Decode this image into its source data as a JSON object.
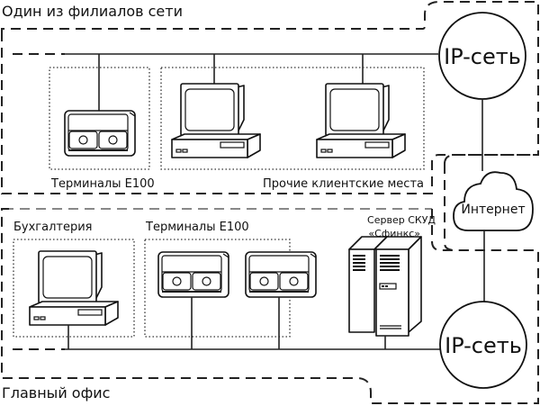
{
  "diagram": {
    "branch": {
      "title": "Один из филиалов сети",
      "groups": [
        {
          "label": "Терминалы E100",
          "device_type": "terminal",
          "count": 1
        },
        {
          "label": "Прочие клиентские места",
          "device_type": "workstation",
          "count": 2
        }
      ],
      "network_node": "IP-сеть"
    },
    "internet": {
      "label": "Интернет"
    },
    "main_office": {
      "title": "Главный офис",
      "groups": [
        {
          "label": "Бухгалтерия",
          "device_type": "workstation",
          "count": 1
        },
        {
          "label": "Терминалы E100",
          "device_type": "terminal",
          "count": 2
        }
      ],
      "server": {
        "label_line1": "Сервер СКУД",
        "label_line2": "«Сфинкс»"
      },
      "network_node": "IP-сеть"
    },
    "icons": {
      "terminal": "terminal-icon",
      "workstation": "workstation-icon",
      "server": "server-icon",
      "cloud": "cloud-icon",
      "network": "network-circle-icon"
    }
  }
}
